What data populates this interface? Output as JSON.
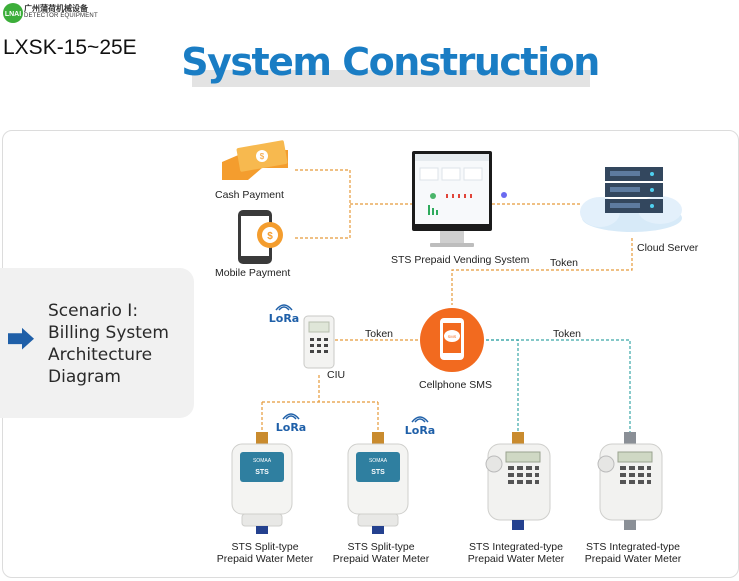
{
  "header": {
    "logo_badge": "LNAI",
    "logo_cn": "广州蒲荷机械设备",
    "logo_en": "DETECTOR EQUIPMENT",
    "model": "LXSK-15~25E",
    "title": "System Construction"
  },
  "scenario": {
    "line1": "Scenario I:",
    "line2": "Billing System",
    "line3": "Architecture",
    "line4": "Diagram"
  },
  "nodes": {
    "cash_payment": "Cash Payment",
    "mobile_payment": "Mobile Payment",
    "vending_system": "STS Prepaid Vending System",
    "cloud_server": "Cloud Server",
    "ciu": "CIU",
    "cellphone_sms": "Cellphone SMS",
    "lora": "LoRa",
    "meter_screen_brand": "SOMAA",
    "meter_screen_text": "STS"
  },
  "edges": {
    "token_cloud": "Token",
    "token_ciu": "Token",
    "token_meters": "Token"
  },
  "meters": [
    {
      "line1": "STS Split-type",
      "line2": "Prepaid Water Meter"
    },
    {
      "line1": "STS Split-type",
      "line2": "Prepaid Water Meter"
    },
    {
      "line1": "STS Integrated-type",
      "line2": "Prepaid Water Meter"
    },
    {
      "line1": "STS Integrated-type",
      "line2": "Prepaid Water Meter"
    }
  ],
  "colors": {
    "title_blue": "#1a7dc4",
    "connector_orange": "#e59a3a",
    "connector_teal": "#3aa6a8",
    "sms_orange": "#f26a1f",
    "arrow_blue": "#1f5fa8"
  }
}
